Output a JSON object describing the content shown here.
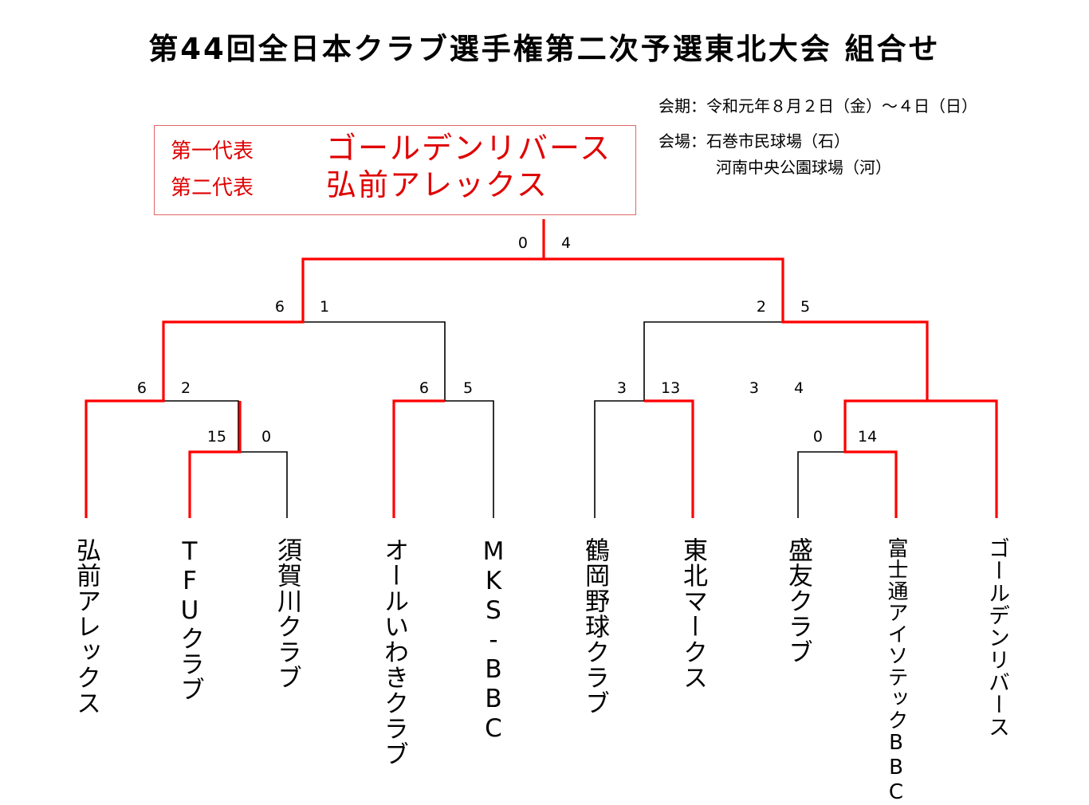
{
  "title": "第44回全日本クラブ選手権第二次予選東北大会 組合せ",
  "info": {
    "period": "会期：令和元年８月２日（金）～４日（日）",
    "venue_line1": "会場：石巻市民球場（石）",
    "venue_line2": "河南中央公園球場（河）"
  },
  "representatives": {
    "first_label": "第一代表",
    "first_team": "ゴールデンリバース",
    "second_label": "第二代表",
    "second_team": "弘前アレックス",
    "color": "#e00000"
  },
  "teams": [
    "弘前アレックス",
    "TFUクラブ",
    "須賀川クラブ",
    "オールいわきクラブ",
    "MKS-BBC",
    "鶴岡野球クラブ",
    "東北マークス",
    "盛友クラブ",
    "富士通アイソテックBBC",
    "ゴールデンリバース"
  ],
  "scores": {
    "final": [
      "0",
      "4"
    ],
    "semi_left": [
      "6",
      "1"
    ],
    "semi_right": [
      "2",
      "5"
    ],
    "qf1": [
      "6",
      "2"
    ],
    "qf2": [
      "6",
      "5"
    ],
    "qf3": [
      "3",
      "13"
    ],
    "qf4": [
      "3",
      "4"
    ],
    "r1_left": [
      "15",
      "0"
    ],
    "r1_right": [
      "0",
      "14"
    ]
  },
  "colors": {
    "winner_line": "#ff0000",
    "line": "#000000"
  }
}
